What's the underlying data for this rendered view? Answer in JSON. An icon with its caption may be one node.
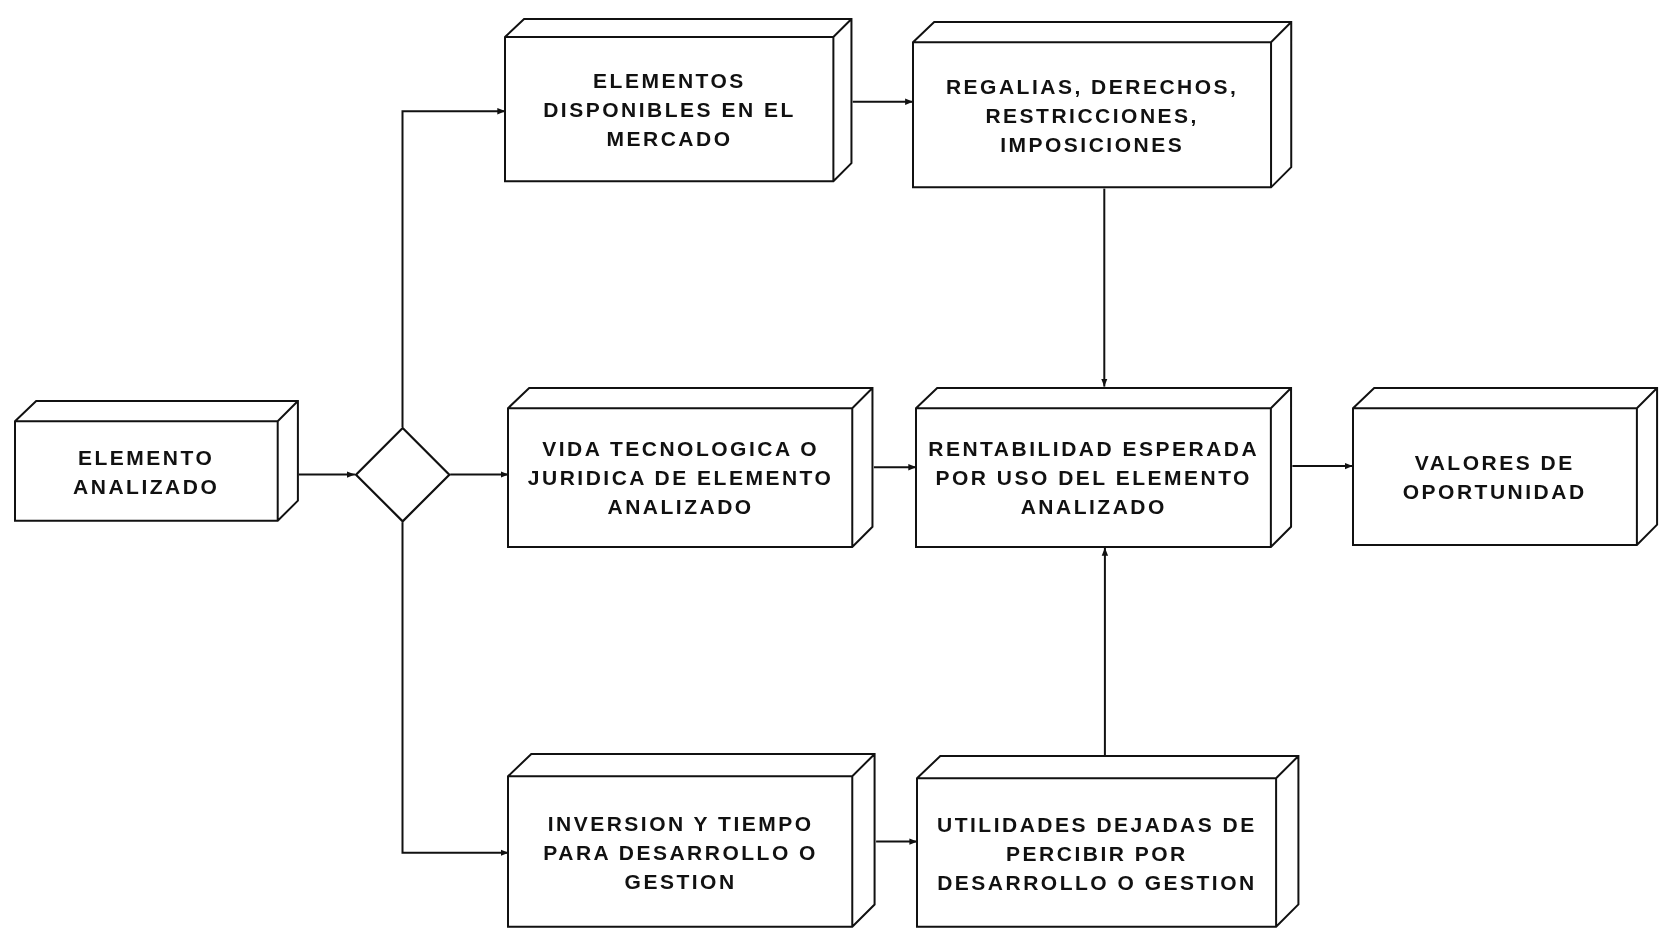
{
  "diagram": {
    "nodes": [
      {
        "text": [
          "ELEMENTO ANALIZADO"
        ]
      },
      {
        "text": [],
        "shape": "diamond"
      },
      {
        "text": [
          "ELEMENTOS DISPONIBLES EN EL MERCADO"
        ]
      },
      {
        "text": [
          "REGALIAS, DERECHOS, RESTRICCIONES, IMPOSICIONES"
        ]
      },
      {
        "text": [
          "VIDA TECNOLOGICA O JURIDICA DE ELEMENTO ANALIZADO"
        ]
      },
      {
        "text": [
          "RENTABILIDAD ESPERADA POR USO DEL ELEMENTO ANALIZADO"
        ]
      },
      {
        "text": [
          "VALORES DE OPORTUNIDAD"
        ]
      },
      {
        "text": [
          "INVERSION Y TIEMPO PARA DESARROLLO O GESTION"
        ]
      },
      {
        "text": [
          "UTILIDADES DEJADAS DE PERCIBIR POR DESARROLLO O GESTION"
        ]
      }
    ],
    "edges": [
      {
        "from": 0,
        "to": 1,
        "arrow": "to"
      },
      {
        "from": 1,
        "to": 2,
        "arrow": "to"
      },
      {
        "from": 1,
        "to": 4,
        "arrow": "to"
      },
      {
        "from": 1,
        "to": 7,
        "arrow": "to"
      },
      {
        "from": 2,
        "to": 3,
        "arrow": "to"
      },
      {
        "from": 3,
        "to": 5,
        "arrow": "to"
      },
      {
        "from": 4,
        "to": 5,
        "arrow": "to"
      },
      {
        "from": 5,
        "to": 6,
        "arrow": "to"
      },
      {
        "from": 8,
        "to": 5,
        "arrow": "to"
      },
      {
        "from": 7,
        "to": 8,
        "arrow": "to"
      }
    ]
  }
}
